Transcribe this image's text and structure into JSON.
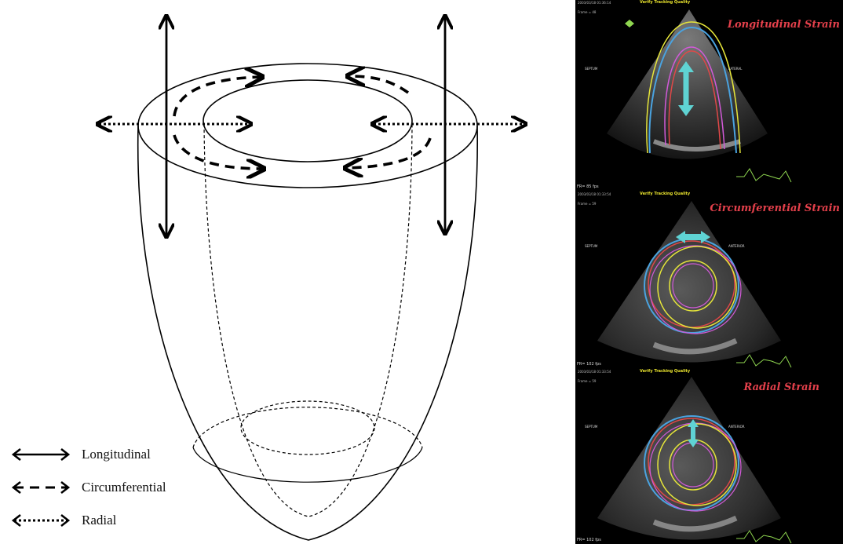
{
  "legend": {
    "longitudinal": "Longitudinal",
    "circumferential": "Circumferential",
    "radial": "Radial"
  },
  "panels": [
    {
      "title": "Longitudinal Strain",
      "verify": "Verify Tracking Quality",
      "timestamp": "2003/03/18 01:36:14",
      "frame": "Frame = 48",
      "left_label": "SEPTUM",
      "right_label": "LATERAL",
      "fps": "FR= 85 fps"
    },
    {
      "title": "Circumferential Strain",
      "verify": "Verify Tracking Quality",
      "timestamp": "2003/03/18 01:33:54",
      "frame": "Frame = 59",
      "left_label": "SEPTUM",
      "right_label": "ANTERIOR",
      "fps": "FR= 102 fps"
    },
    {
      "title": "Radial Strain",
      "verify": "Verify Tracking Quality",
      "timestamp": "2003/03/18 01:33:54",
      "frame": "Frame = 59",
      "left_label": "SEPTUM",
      "right_label": "ANTERIOR",
      "fps": "FR= 102 fps"
    }
  ],
  "colors": {
    "title_red": "#e4404b",
    "arrow_cyan": "#5fd3d3",
    "trace_yellow": "#e6e63a",
    "trace_blue": "#4aa3e0",
    "trace_pink": "#d25ad8",
    "trace_red": "#e04848",
    "trace_green": "#8fd650"
  }
}
